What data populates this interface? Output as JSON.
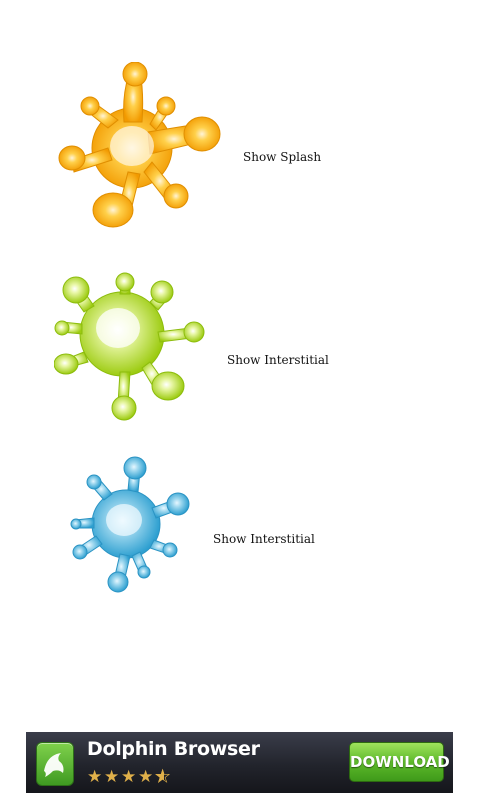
{
  "items": [
    {
      "label": "Show Splash",
      "icon": "orange-splat-icon",
      "color": "#f7a800"
    },
    {
      "label": "Show Interstitial",
      "icon": "green-splat-icon",
      "color": "#a8d41c"
    },
    {
      "label": "Show Interstitial",
      "icon": "blue-splat-icon",
      "color": "#3eabd6"
    }
  ],
  "ad": {
    "title": "Dolphin Browser",
    "rating": 4.5,
    "cta": "DOWNLOAD",
    "icon": "dolphin-app-icon",
    "star_color": "#e0b04a",
    "cta_color": "#5db92a"
  }
}
